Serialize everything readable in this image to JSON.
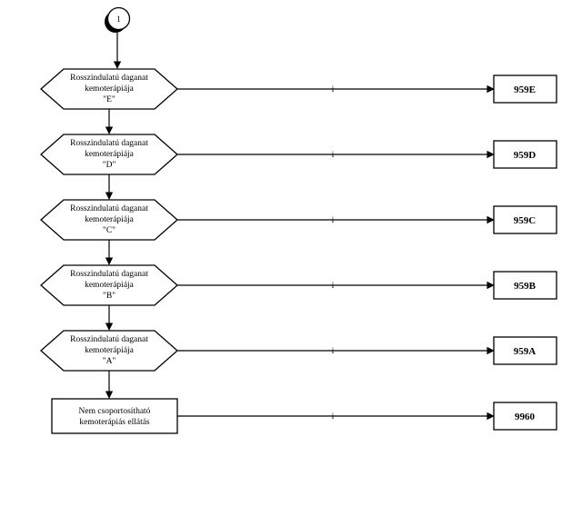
{
  "diagram": {
    "start_connector": {
      "label": "1"
    },
    "rows": [
      {
        "lines": [
          "Rosszindulatú daganat",
          "kemoterápiája",
          "\"E\""
        ],
        "branch_label": "i",
        "code": "959E"
      },
      {
        "lines": [
          "Rosszindulatú daganat",
          "kemoterápiája",
          "\"D\""
        ],
        "branch_label": "i",
        "code": "959D"
      },
      {
        "lines": [
          "Rosszindulatú daganat",
          "kemoterápiája",
          "\"C\""
        ],
        "branch_label": "i",
        "code": "959C"
      },
      {
        "lines": [
          "Rosszindulatú daganat",
          "kemoterápiája",
          "\"B\""
        ],
        "branch_label": "i",
        "code": "959B"
      },
      {
        "lines": [
          "Rosszindulatú daganat",
          "kemoterápiája",
          "\"A\""
        ],
        "branch_label": "i",
        "code": "959A"
      },
      {
        "lines": [
          "Nem csoportosítható",
          "kemoterápiás ellátás"
        ],
        "branch_label": "i",
        "code": "9960"
      }
    ]
  }
}
